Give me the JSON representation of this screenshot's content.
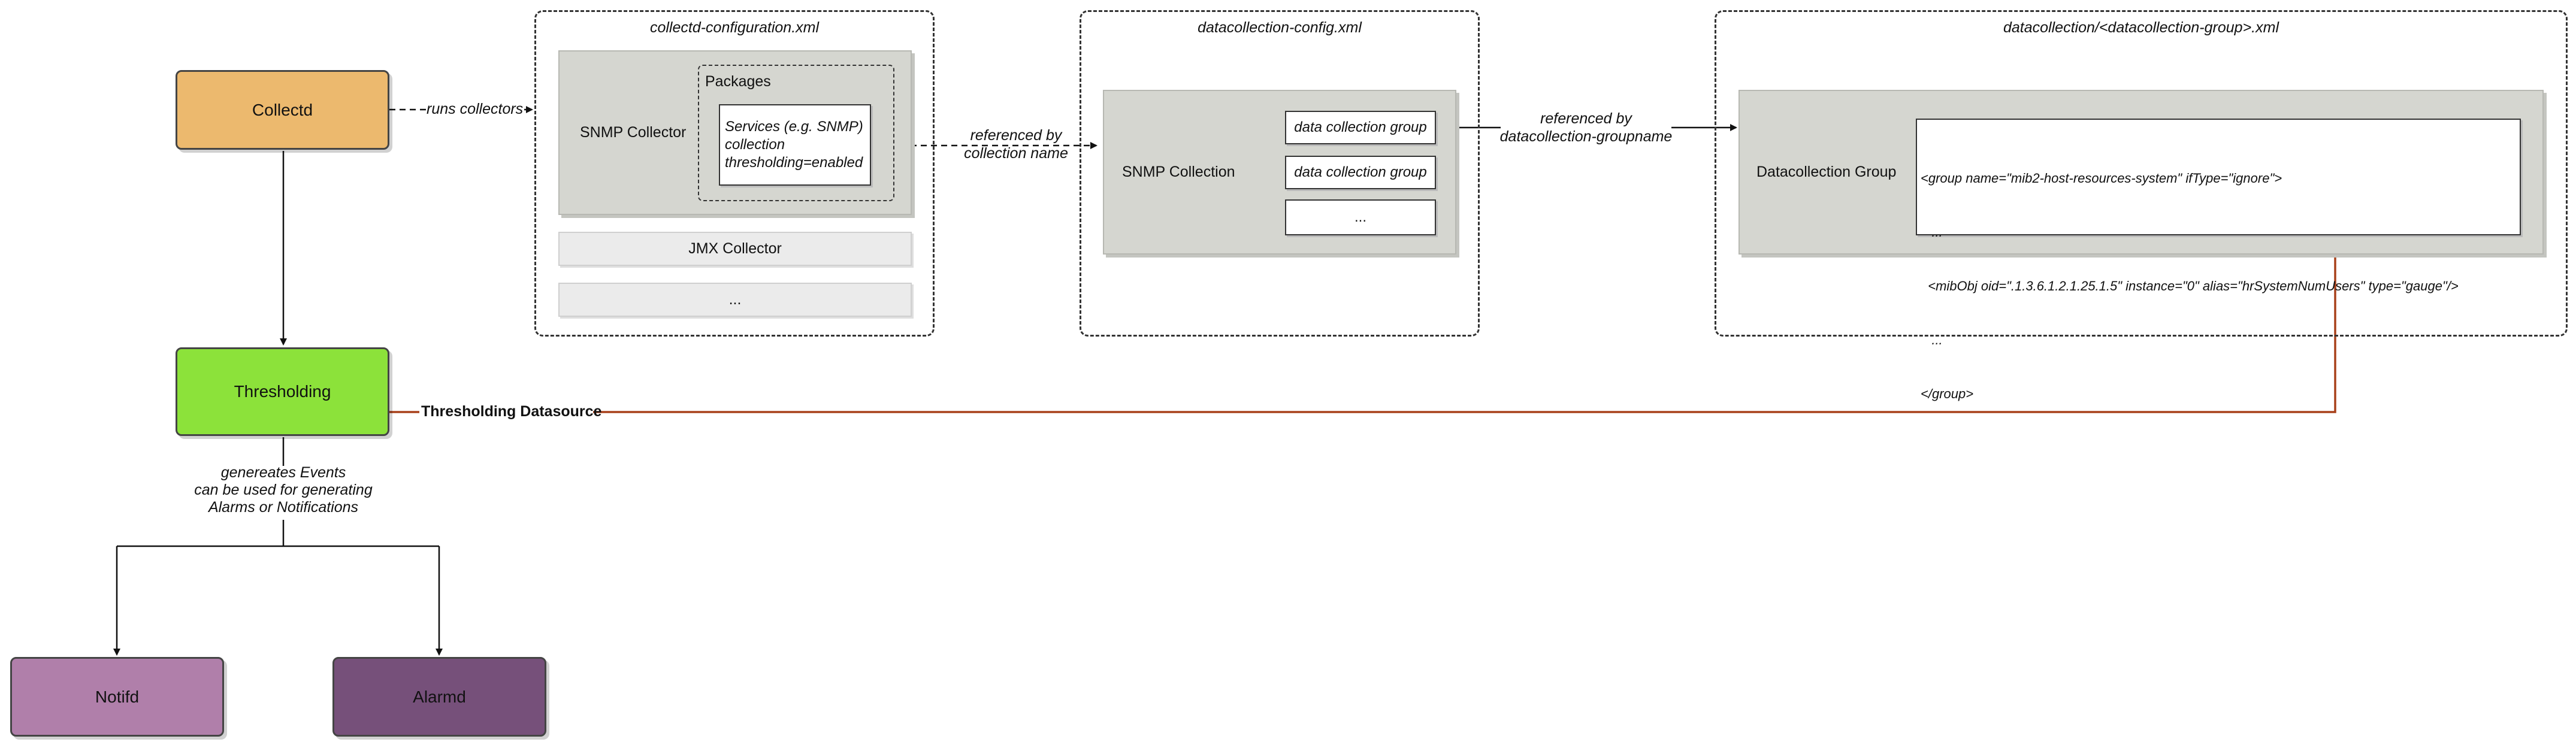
{
  "nodes": {
    "collectd": "Collectd",
    "thresholding": "Thresholding",
    "notifd": "Notifd",
    "alarmd": "Alarmd"
  },
  "frames": {
    "collectd_config": {
      "title": "collectd-configuration.xml",
      "snmp_collector": "SNMP Collector",
      "packages": "Packages",
      "services_lines": [
        "Services (e.g. SNMP)",
        "collection",
        "thresholding=enabled"
      ],
      "jmx_collector": "JMX Collector",
      "ellipsis": "..."
    },
    "datacollection_config": {
      "title": "datacollection-config.xml",
      "snmp_collection": "SNMP Collection",
      "groups": [
        "data collection group",
        "data collection group",
        "..."
      ]
    },
    "datacollection_group": {
      "title": "datacollection/<datacollection-group>.xml",
      "label": "Datacollection Group",
      "code_lines": [
        "<group name=\"mib2-host-resources-system\" ifType=\"ignore\">",
        "   ...",
        "  <mibObj oid=\".1.3.6.1.2.1.25.1.5\" instance=\"0\" alias=\"hrSystemNumUsers\" type=\"gauge\"/>",
        "   ...",
        "</group>"
      ]
    }
  },
  "edges": {
    "runs_collectors": "runs collectors",
    "referenced_by_collection_name": [
      "referenced by",
      "collection name"
    ],
    "referenced_by_groupname": [
      "referenced by",
      "datacollection-groupname"
    ],
    "thresholding_datasource": "Thresholding Datasource",
    "generates_events": [
      "genereates Events",
      "can be used for generating",
      "Alarms or Notifications"
    ]
  },
  "colors": {
    "collectd": "#ecb96e",
    "thresholding": "#8ce23a",
    "notifd": "#b07faa",
    "alarmd": "#76507a",
    "datasource_line": "#a8401a"
  }
}
